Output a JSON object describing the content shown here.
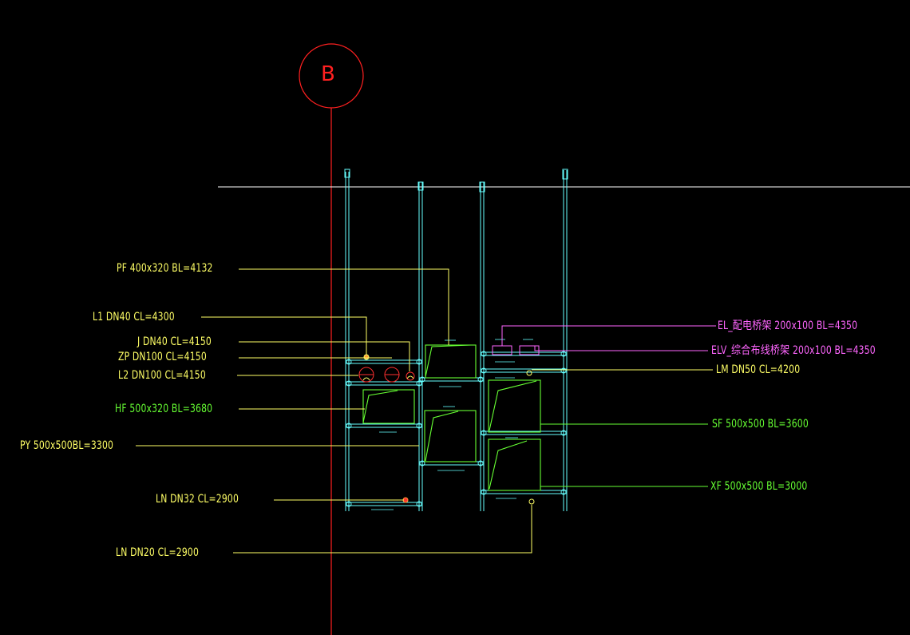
{
  "grid_axis": {
    "label": "B",
    "color": "#ff2020"
  },
  "colors": {
    "background": "#000000",
    "yellow_label": "#ffff66",
    "green_label": "#66ff33",
    "magenta_label": "#ff66ff",
    "support_cyan": "#66ffff",
    "reference_white": "#ffffff"
  },
  "callouts_left": [
    {
      "id": "pf",
      "text": "PF 400x320  BL=4132"
    },
    {
      "id": "l1",
      "text": "L1 DN40  CL=4300"
    },
    {
      "id": "j",
      "text": "J DN40  CL=4150"
    },
    {
      "id": "zp",
      "text": "ZP DN100  CL=4150"
    },
    {
      "id": "l2",
      "text": "L2 DN100  CL=4150"
    },
    {
      "id": "hf",
      "text": "HF 500x320  BL=3680"
    },
    {
      "id": "py",
      "text": "PY 500x500BL=3300"
    },
    {
      "id": "ln32",
      "text": "LN DN32  CL=2900"
    },
    {
      "id": "ln20",
      "text": "LN DN20  CL=2900"
    }
  ],
  "callouts_right": [
    {
      "id": "el",
      "text": "EL_配电桥架 200x100  BL=4350"
    },
    {
      "id": "elv",
      "text": "ELV_综合布线桥架 200x100  BL=4350"
    },
    {
      "id": "lm",
      "text": "LM DN50  CL=4200"
    },
    {
      "id": "sf",
      "text": "SF 500x500  BL=3600"
    },
    {
      "id": "xf",
      "text": "XF 500x500  BL=3000"
    }
  ]
}
